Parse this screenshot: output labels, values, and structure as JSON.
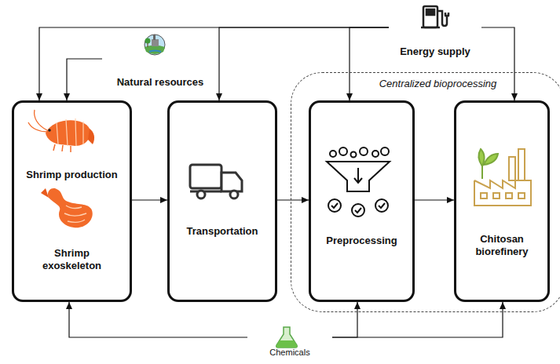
{
  "diagram": {
    "nodes": [
      {
        "text": [
          "Energy supply"
        ]
      },
      {
        "text": [
          "Natural resources"
        ]
      },
      {
        "text": [
          "Shrimp production",
          "Shrimp exoskeleton"
        ]
      },
      {
        "text": [
          "Transportation"
        ]
      },
      {
        "text": [
          "Centralized bioprocessing"
        ]
      },
      {
        "text": [
          "Preprocessing"
        ],
        "in": 4
      },
      {
        "text": [
          "Chitosan biorefinery"
        ],
        "in": 4
      },
      {
        "text": [
          "Chemicals"
        ]
      }
    ],
    "edges": [
      {
        "from": 2,
        "to": 3,
        "arrow": "to"
      },
      {
        "from": 3,
        "to": 5,
        "arrow": "to"
      },
      {
        "from": 5,
        "to": 6,
        "arrow": "to"
      },
      {
        "from": 0,
        "to": 2,
        "arrow": "to"
      },
      {
        "from": 0,
        "to": 3,
        "arrow": "to"
      },
      {
        "from": 0,
        "to": 5,
        "arrow": "to"
      },
      {
        "from": 0,
        "to": 6,
        "arrow": "to"
      },
      {
        "from": 1,
        "to": 2,
        "arrow": "to"
      },
      {
        "from": 7,
        "to": 2,
        "arrow": "to"
      },
      {
        "from": 7,
        "to": 5,
        "arrow": "to"
      },
      {
        "from": 7,
        "to": 6,
        "arrow": "to"
      }
    ]
  }
}
